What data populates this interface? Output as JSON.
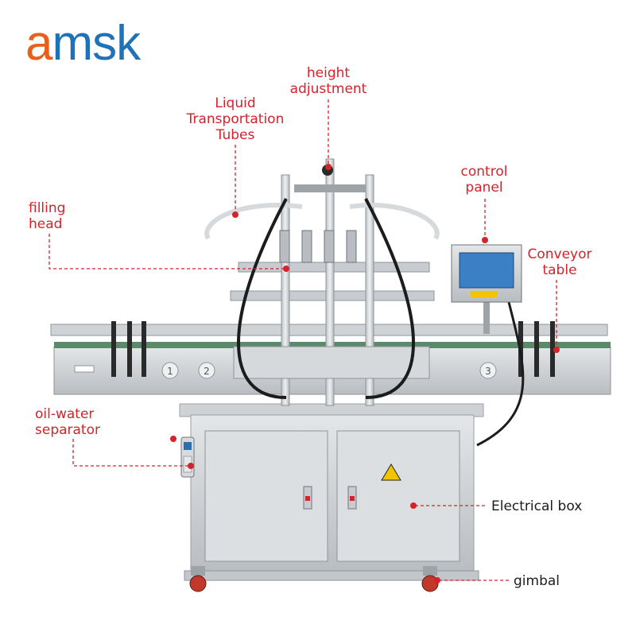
{
  "brand": {
    "logo_first": "a",
    "logo_rest": "msk",
    "colors": {
      "orange": "#e8601c",
      "blue": "#1f71b8",
      "callout": "#d4232a"
    }
  },
  "callouts": {
    "height_adjustment": "height\nadjustment",
    "liquid_tubes": "Liquid\nTransportation\nTubes",
    "control_panel": "control\npanel",
    "filling_head": "filling\nhead",
    "conveyor_table": "Conveyor\ntable",
    "oil_water_separator": "oil-water\nseparator",
    "electrical_box": "Electrical box",
    "gimbal": "gimbal"
  },
  "machine": {
    "station_numbers": [
      "1",
      "2",
      "3"
    ]
  }
}
